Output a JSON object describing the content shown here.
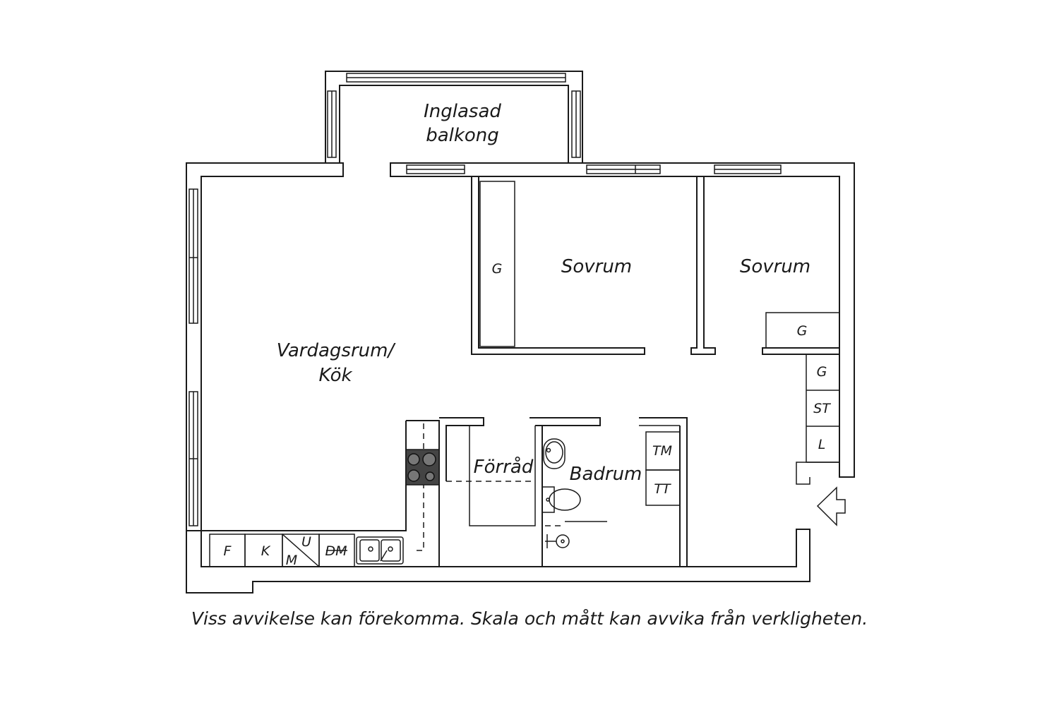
{
  "rooms": {
    "balcony_line1": "Inglasad",
    "balcony_line2": "balkong",
    "bedroom1": "Sovrum",
    "bedroom2": "Sovrum",
    "living_line1": "Vardagsrum/",
    "living_line2": "Kök",
    "storage": "Förråd",
    "bathroom": "Badrum"
  },
  "labels": {
    "wardrobe_bedroom1": "G",
    "wardrobe_bedroom2": "G",
    "hall_wardrobe": "G",
    "hall_storage": "ST",
    "hall_linen": "L",
    "washing_machine": "TM",
    "tumble_dryer": "TT",
    "fridge": "F",
    "freezer": "K",
    "microwave": "M",
    "oven": "U",
    "dishwasher": "DM"
  },
  "disclaimer": "Viss avvikelse kan förekomma. Skala och mått kan avvika från verkligheten."
}
